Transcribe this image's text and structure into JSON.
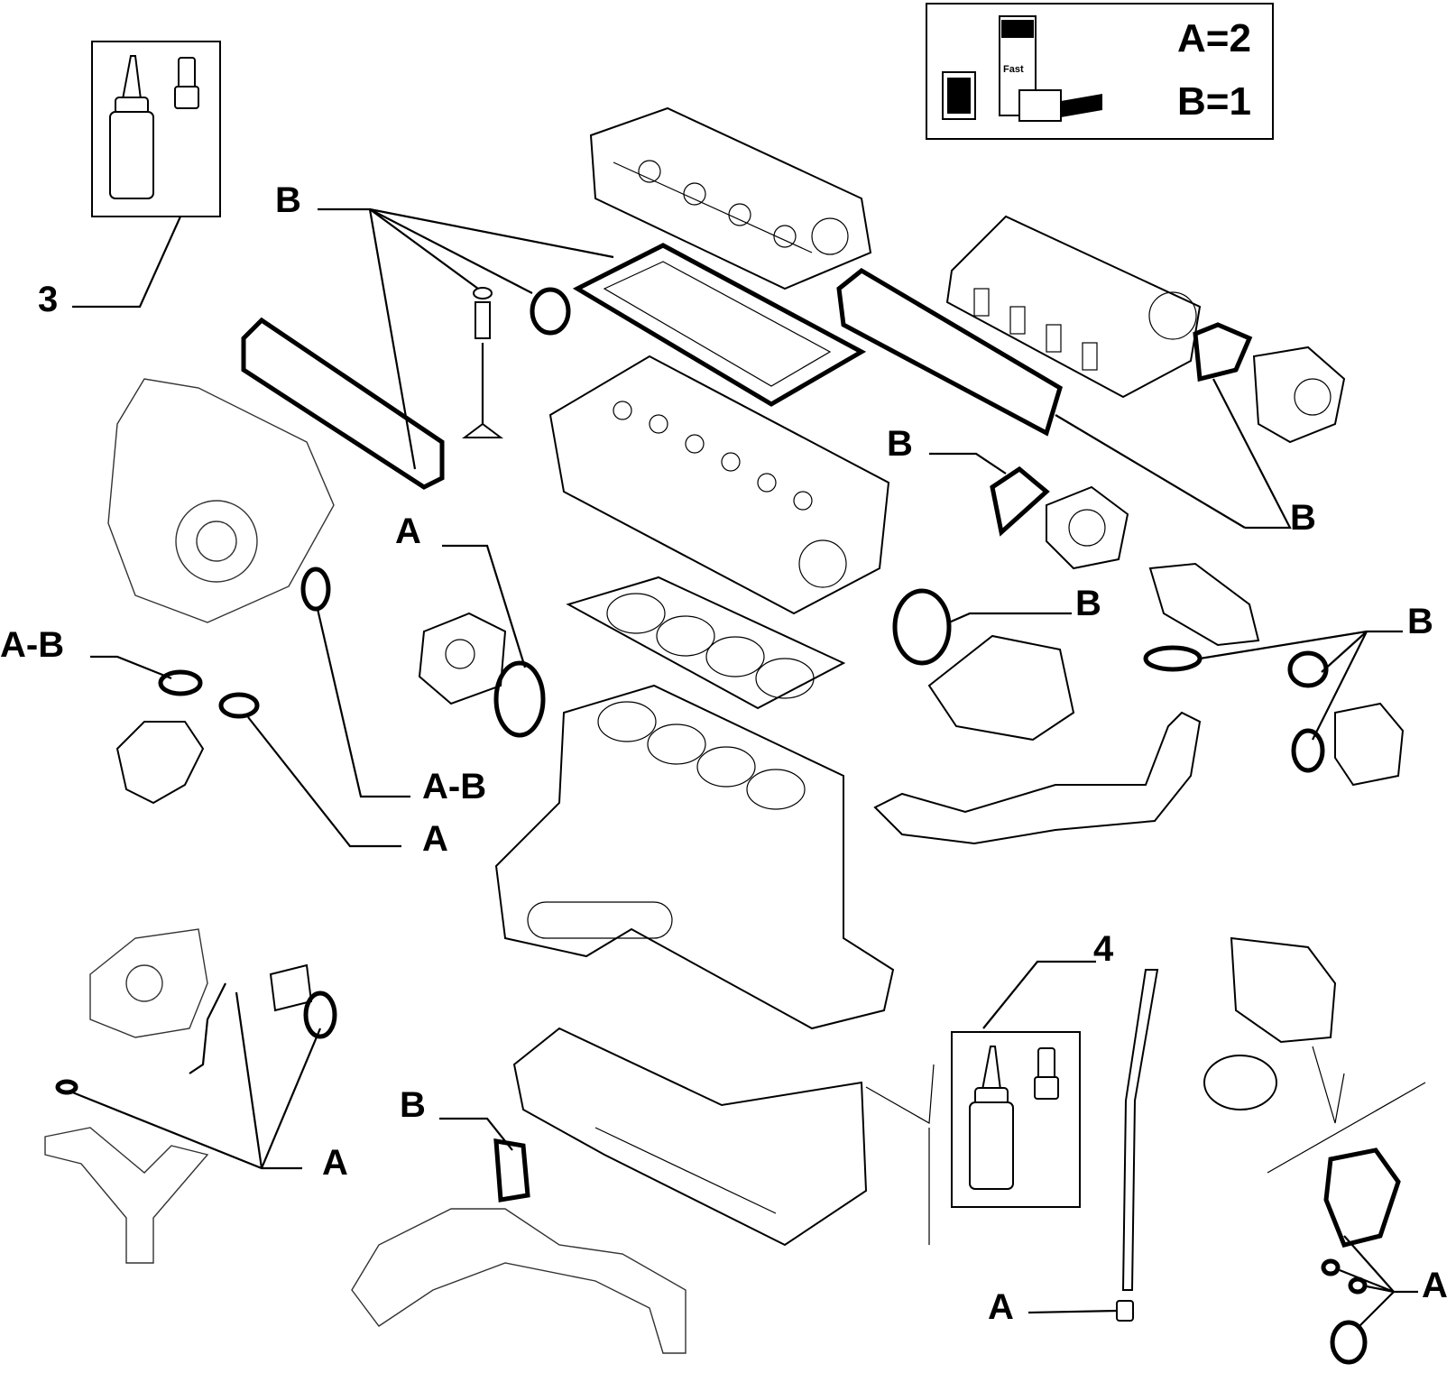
{
  "legend": {
    "a_value": "A=2",
    "b_value": "B=1"
  },
  "labels": {
    "b_top": "B",
    "three": "3",
    "a_water_pump": "A",
    "b_vacuum_pump": "B",
    "b_egr": "B",
    "b_thermostat": "B",
    "b_right": "B",
    "ab_left": "A-B",
    "ab_middle": "A-B",
    "a_middle": "A",
    "four": "4",
    "a_oil_pump": "A",
    "b_bottom": "B",
    "a_dipstick": "A",
    "a_cooler": "A"
  },
  "icons": {
    "sealant_kit_3": "sealant-bottle-and-bolt-icon",
    "sealant_kit_4": "sealant-bottle-and-bolt-icon",
    "legend_product": "sealant-products-icon"
  }
}
